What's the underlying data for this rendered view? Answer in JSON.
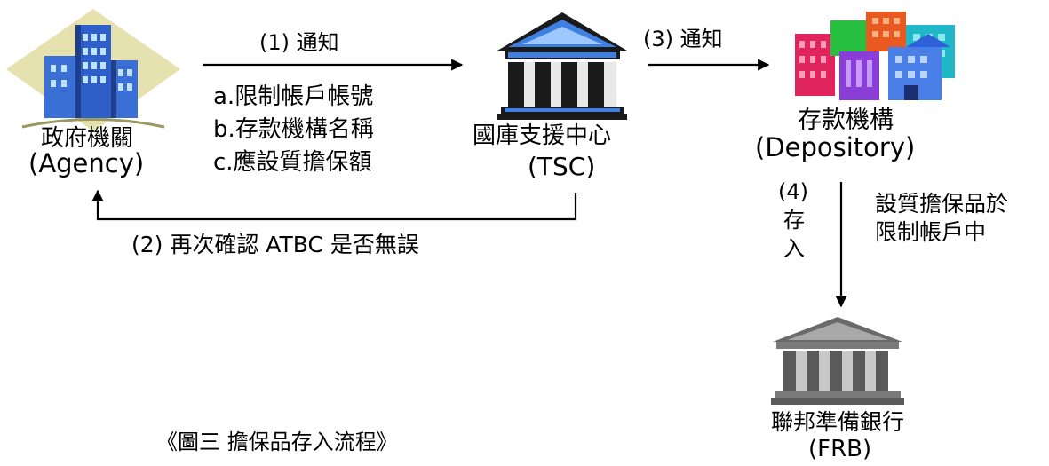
{
  "agency": {
    "name_zh": "政府機關",
    "name_en": "(Agency)"
  },
  "tsc": {
    "name_zh": "國庫支援中心",
    "name_en": "(TSC)"
  },
  "depository": {
    "name_zh": "存款機構",
    "name_en": "(Depository)"
  },
  "frb": {
    "name_zh": "聯邦準備銀行",
    "name_en": "(FRB)"
  },
  "step1": {
    "label": "(1) 通知",
    "items": [
      "a.限制帳戶帳號",
      "b.存款機構名稱",
      "c.應設質擔保額"
    ]
  },
  "step2": {
    "label": "(2) 再次確認 ATBC 是否無誤"
  },
  "step3": {
    "label": "(3) 通知"
  },
  "step4": {
    "label_num": "(4)",
    "label_chars": [
      "存",
      "入"
    ],
    "note": [
      "設質擔保品於",
      "限制帳戶中"
    ]
  },
  "caption": "《圖三 擔保品存入流程》"
}
